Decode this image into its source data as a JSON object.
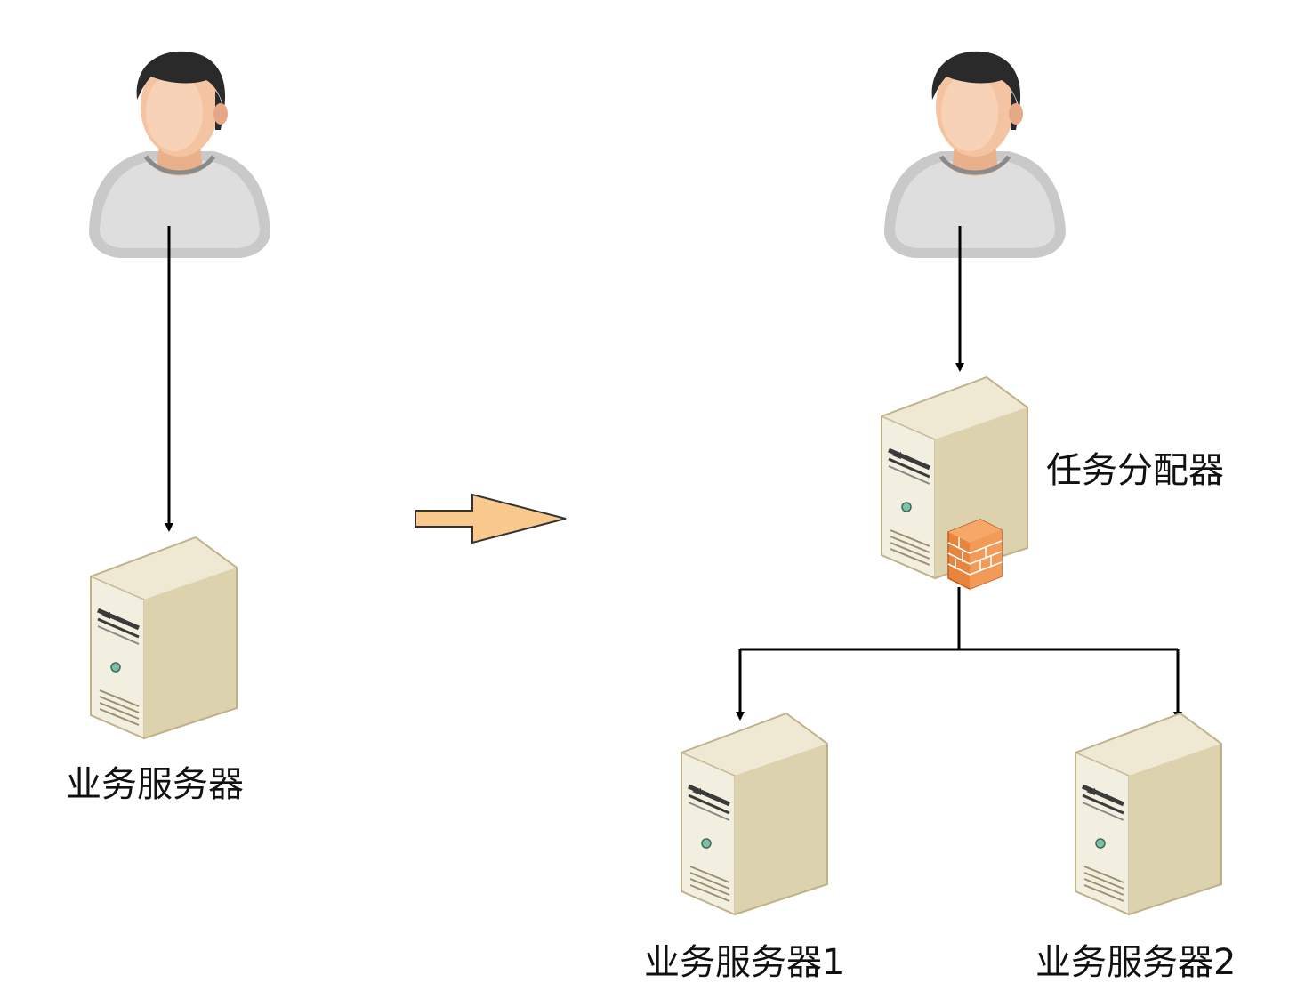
{
  "diagram": {
    "left": {
      "user_icon": "user-icon",
      "server_icon": "server-icon",
      "server_label": "业务服务器"
    },
    "transition_arrow": {
      "icon": "right-arrow-icon",
      "color": "#f8c88c"
    },
    "right": {
      "user_icon": "user-icon",
      "dispatcher_icon": "server-firewall-icon",
      "dispatcher_label": "任务分配器",
      "server1_label": "业务服务器1",
      "server2_label": "业务服务器2"
    }
  }
}
